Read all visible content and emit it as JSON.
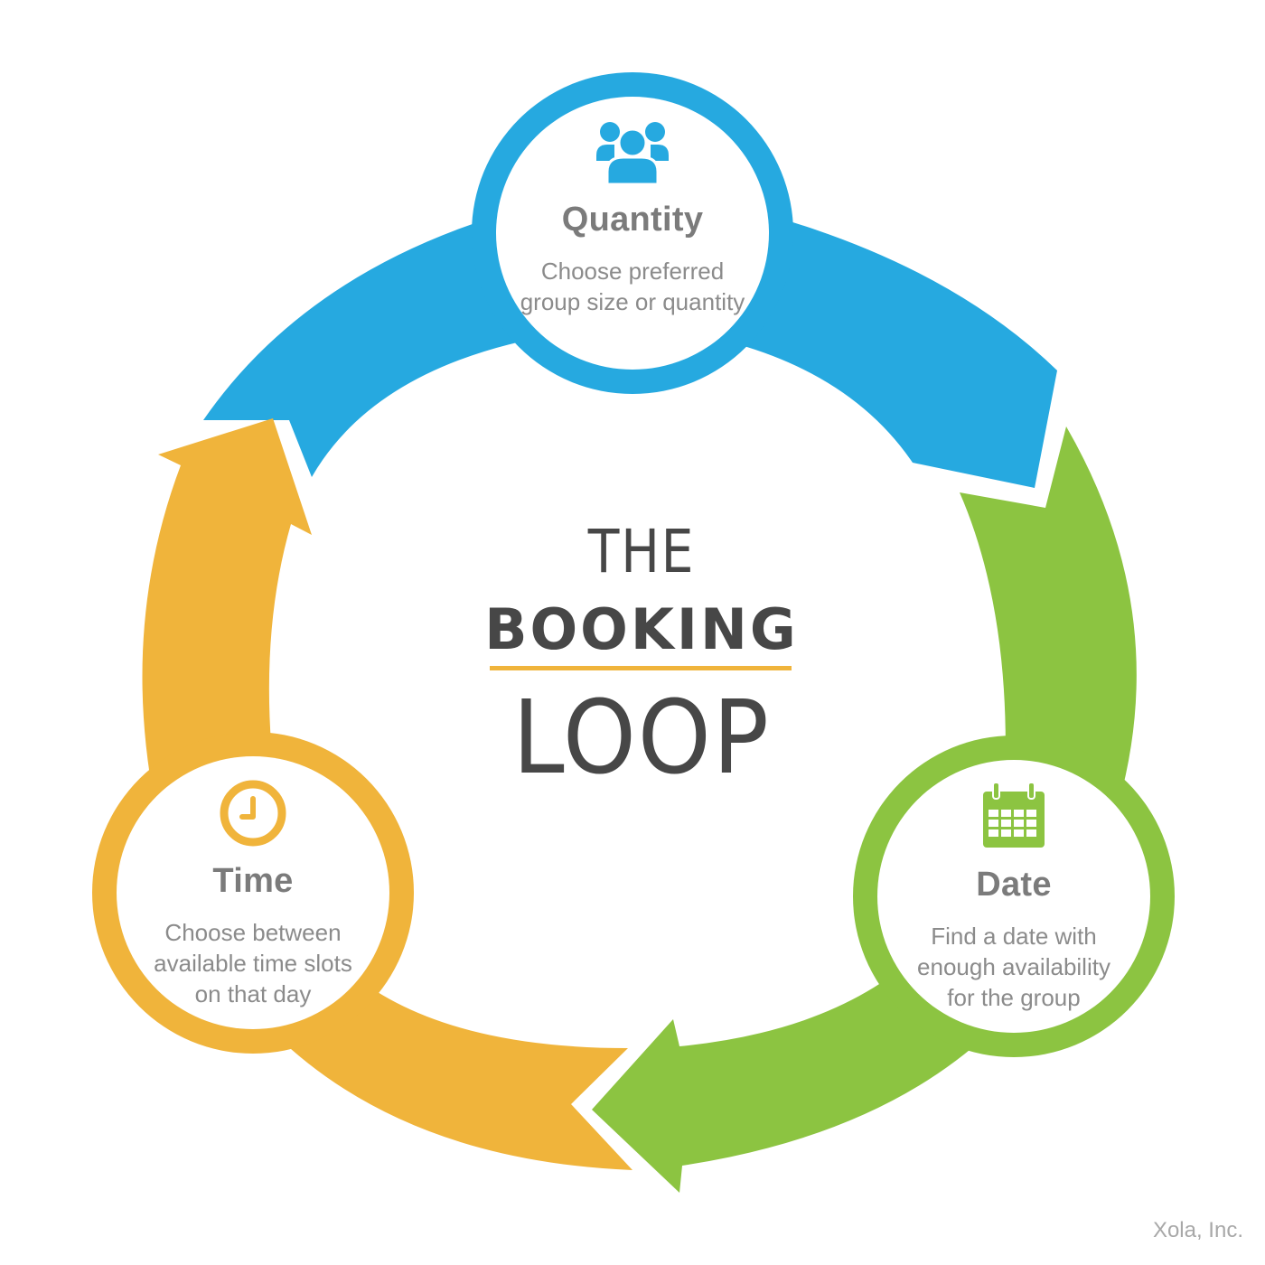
{
  "colors": {
    "blue": "#26a9e0",
    "green": "#8cc441",
    "orange": "#f0b43b",
    "text_dark": "#474747",
    "text_grey": "#7b7b7b"
  },
  "center": {
    "line1": "THE",
    "line2": "BOOKING",
    "line3": "LOOP"
  },
  "steps": [
    {
      "title": "Quantity",
      "description": "Choose preferred group size or quantity",
      "icon": "users-icon",
      "color": "#26a9e0"
    },
    {
      "title": "Date",
      "description": "Find a date with enough availability for the group",
      "icon": "calendar-icon",
      "color": "#8cc441"
    },
    {
      "title": "Time",
      "description": "Choose between available time slots on that day",
      "icon": "clock-icon",
      "color": "#f0b43b"
    }
  ],
  "credit": "Xola, Inc."
}
